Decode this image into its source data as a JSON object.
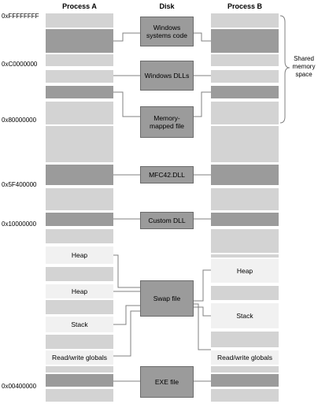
{
  "headers": {
    "process_a": "Process A",
    "disk": "Disk",
    "process_b": "Process B"
  },
  "addresses": {
    "top": "0xFFFFFFFF",
    "c0": "0xC0000000",
    "80": "0x80000000",
    "5f": "0x5F400000",
    "10": "0x10000000",
    "04": "0x00400000"
  },
  "disk": {
    "winsys": "Windows systems code",
    "windlls": "Windows DLLs",
    "mmf": "Memory-mapped file",
    "mfc": "MFC42.DLL",
    "custom": "Custom DLL",
    "swap": "Swap file",
    "exe": "EXE file"
  },
  "process_a": {
    "heap1": "Heap",
    "heap2": "Heap",
    "stack": "Stack",
    "globals": "Read/write globals"
  },
  "process_b": {
    "heap": "Heap",
    "stack": "Stack",
    "globals": "Read/write globals"
  },
  "shared_label": "Shared memory space",
  "colors": {
    "light": "#d3d3d3",
    "dark": "#9b9b9b",
    "white": "#f1f1f1",
    "line": "#808080"
  }
}
